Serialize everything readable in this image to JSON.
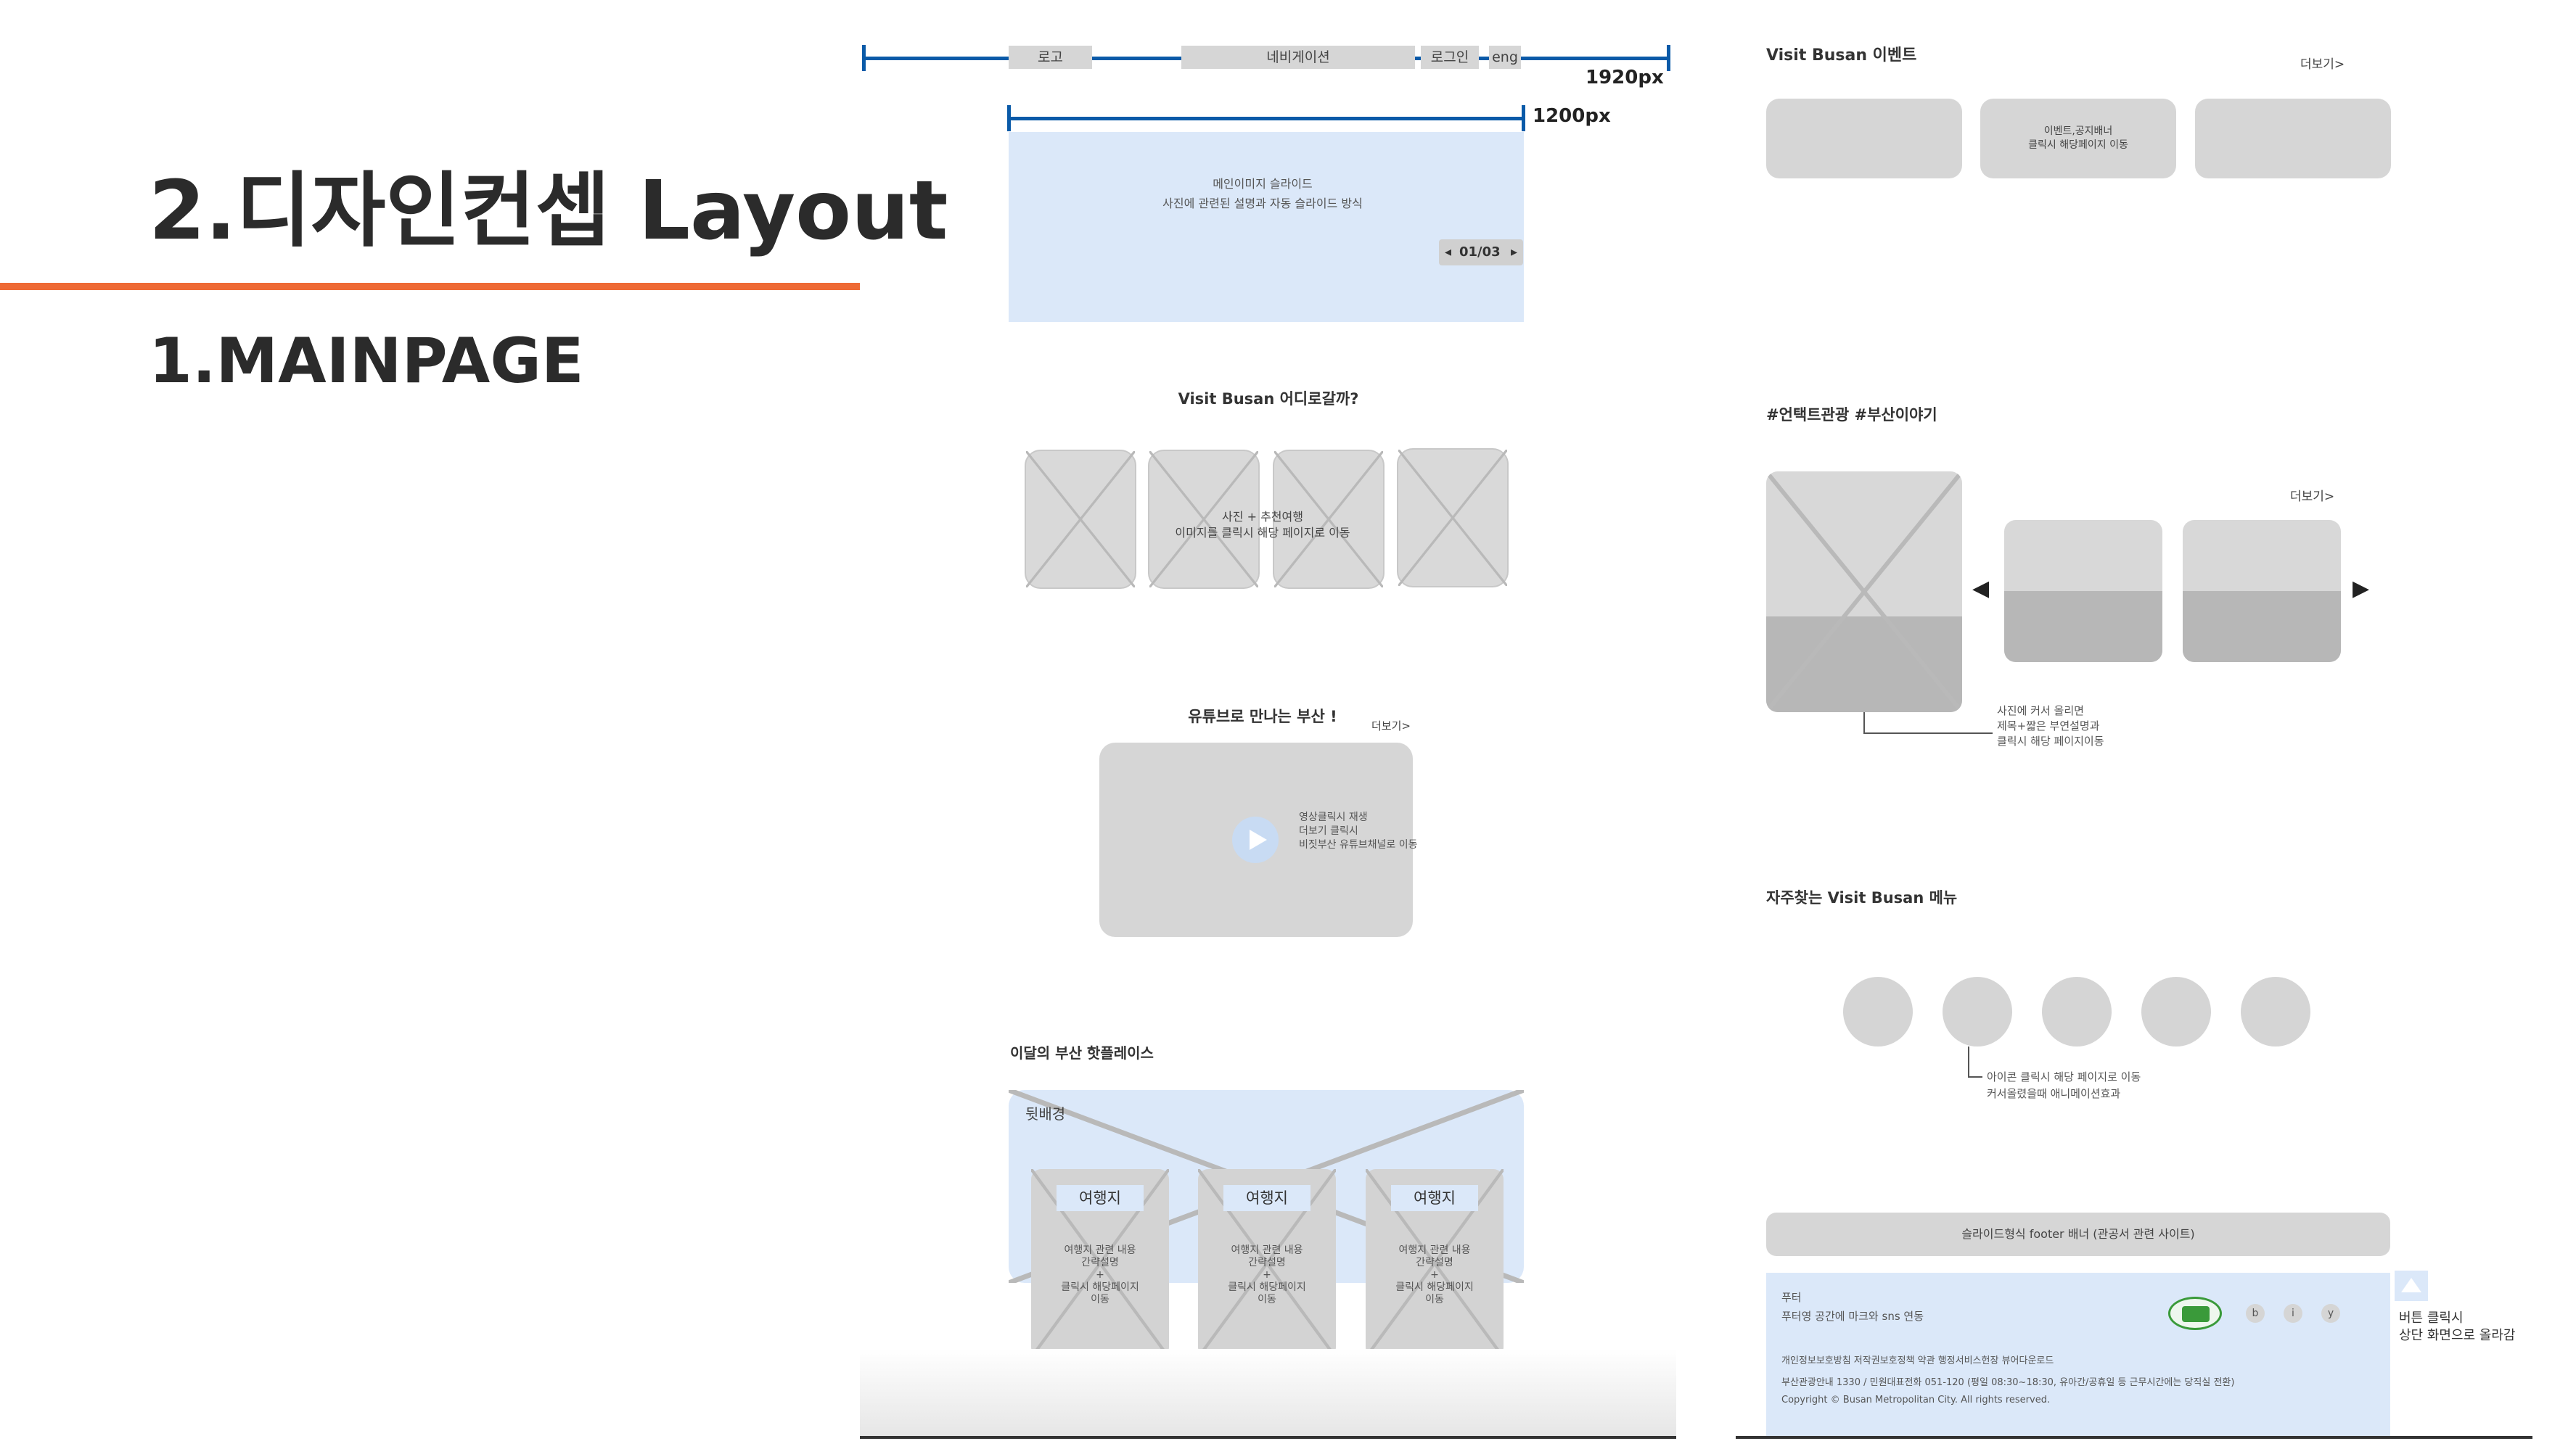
{
  "slide": {
    "title": "2.디자인컨셉 Layout",
    "subtitle": "1.MAINPAGE",
    "accent_color": "#ee6a35"
  },
  "left_column": {
    "header": {
      "logo": "로고",
      "navigation": "네비게이션",
      "login": "로그인",
      "lang": "eng",
      "width_outer": "1920px",
      "width_inner": "1200px",
      "ruler_color": "#0a5aa8"
    },
    "hero": {
      "text": "메인이미지 슬라이드\n사진에 관련된 설명과 자동 슬라이드 방식",
      "pager": "01/03",
      "prev": "◂",
      "next": "▸"
    },
    "where_to_go": {
      "title": "Visit Busan 어디로갈까?",
      "overlay": "사진 + 추천여행\n이미지를 클릭시 해당 페이지로 이동"
    },
    "youtube": {
      "title": "유튜브로 만나는 부산 !",
      "more": "더보기>",
      "note": "영상클릭시 재생\n더보기 클릭시\n비짓부산 유튜브채널로 이동"
    },
    "hotplace": {
      "title": "이달의 부산 핫플레이스",
      "background_label": "뒷배경",
      "cards": [
        {
          "tag": "여행지",
          "text": "여행지 관련 내용\n간략설명\n+\n클릭시 해당페이지\n이동"
        },
        {
          "tag": "여행지",
          "text": "여행지 관련 내용\n간략설명\n+\n클릭시 해당페이지\n이동"
        },
        {
          "tag": "여행지",
          "text": "여행지 관련 내용\n간략설명\n+\n클릭시 해당페이지\n이동"
        }
      ]
    }
  },
  "right_column": {
    "events": {
      "title": "Visit Busan 이벤트",
      "more": "더보기>",
      "middle_text": "이벤트,공지배너\n클릭시 해당페이지 이동"
    },
    "untact": {
      "title": "#언택트관광 #부산이야기",
      "more": "더보기>",
      "note": "사진에 커서 올리면\n제목+짧은 부연설명과\n클릭시 해당 페이지이동",
      "prev": "◀",
      "next": "▶"
    },
    "quick_menu": {
      "title": "자주찾는 Visit Busan 메뉴",
      "note": "아이콘 클릭시 해당 페이지로 이동\n커서올렸을때 애니메이션효과"
    },
    "footer_banner": "슬라이드형식 footer 배너 (관공서 관련 사이트)",
    "footer": {
      "label": "푸터",
      "desc": "푸터영 공간에 마크와 sns 연동",
      "links": "개인정보보호방침  저작권보호정책  약관  행정서비스헌장  뷰어다운로드",
      "contact": "부산관광안내 1330 / 민원대표전화 051-120 (평일 08:30~18:30, 유아간/공휴일 등 근무시간에는 당직실 전환)",
      "copyright": "Copyright © Busan Metropolitan City.  All rights reserved.",
      "sns": [
        "b",
        "i",
        "y"
      ],
      "top_note": "버튼 클릭시\n상단 화면으로 올라감",
      "mark_color": "#3a9a3a"
    }
  }
}
